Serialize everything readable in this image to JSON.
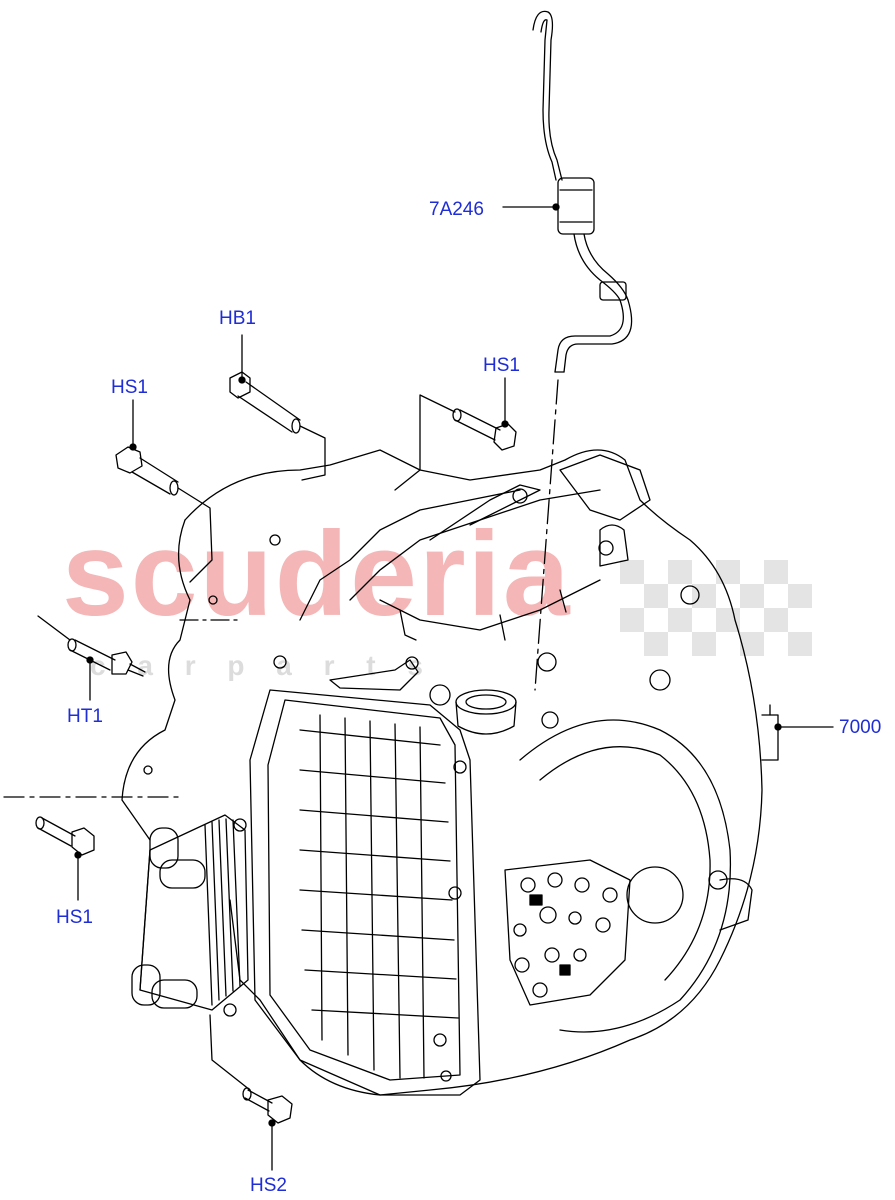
{
  "colors": {
    "callout_text": "#1f2dd6",
    "line": "#000000",
    "watermark_text": "#f4b6b6",
    "watermark_check": "#dcdcdc",
    "background": "#ffffff"
  },
  "watermark": {
    "brand": "scuderia",
    "sub": "c a r   p a r t s"
  },
  "callouts": {
    "c_7a246": "7A246",
    "c_hb1": "HB1",
    "c_hs1_left": "HS1",
    "c_hs1_top": "HS1",
    "c_ht1": "HT1",
    "c_hs1_bottom": "HS1",
    "c_hs2": "HS2",
    "c_7000": "7000"
  },
  "parts": {
    "transmission": "transmission-assembly",
    "oil_cooler": "oil-cooler",
    "dipstick_tube": "breather-tube"
  }
}
